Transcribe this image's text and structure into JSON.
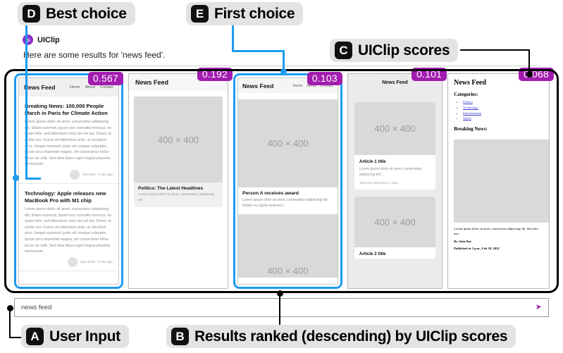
{
  "annotations": [
    {
      "key": "D",
      "label": "Best choice"
    },
    {
      "key": "E",
      "label": "First choice"
    },
    {
      "key": "C",
      "label": "UIClip scores"
    },
    {
      "key": "A",
      "label": "User Input"
    },
    {
      "key": "B",
      "label": "Results ranked (descending) by UIClip scores"
    }
  ],
  "colors": {
    "badge": "#a21caf",
    "highlight": "#1d9bf0",
    "brand": "#8b2fc9",
    "frame": "#000000"
  },
  "app": {
    "brand_name": "UIClip",
    "brand_icon": "paperclip-icon",
    "response_text": "Here are some results for 'news feed'."
  },
  "input": {
    "value": "news feed",
    "placeholder": "news feed",
    "send_icon": "send-arrow-icon"
  },
  "results": [
    {
      "score": "0.567",
      "selected": true,
      "nav": {
        "title": "News Feed",
        "links": [
          "Home",
          "About",
          "Contact"
        ]
      },
      "articles": [
        {
          "title": "Breaking News: 100,000 People March in Paris for Climate Action",
          "body": "Lorem ipsum dolor sit amet, consectetur adipiscing elit. Etiam euismod, ipsum non convallis rhoncus, mi quam felis, sed bibendum urna nisi vel dui. Donec at mollis orci. Fusce vel bibendum ante, ac tincidunt arcu. Integer euismod, justo vel congue vulputate, ipsum arcu imperdiet magna, vel consectetur tellus lacus vel velit. Sed vitae libero eget magna pharetra elementum.",
          "byline": "John Doe - 3 mins ago"
        },
        {
          "title": "Technology: Apple releases new MacBook Pro with M1 chip",
          "body": "Lorem ipsum dolor sit amet, consectetur adipiscing elit. Etiam euismod, ipsum non convallis rhoncus, mi quam felis, sed bibendum urna nisi vel dui. Donec at mollis orci. Fusce vel bibendum ante, ac tincidunt arcu. Integer euismod, justo vel congue vulputate, ipsum arcu imperdiet magna, vel consectetur tellus lacus vel velit. Sed vitae libero eget magna pharetra elementum.",
          "byline": "Jane Smith - 5 mins ago"
        }
      ]
    },
    {
      "score": "0.192",
      "selected": false,
      "header_title": "News Feed",
      "image_placeholder": "400 × 400",
      "card_title": "Politics: The Latest Headlines",
      "card_body": "Lorem ipsum dolor sit amet, consectetur adipiscing elit."
    },
    {
      "score": "0.103",
      "selected": true,
      "nav": {
        "title": "News Feed",
        "links": [
          "Home",
          "About",
          "Contact"
        ]
      },
      "image_placeholder": "400 × 400",
      "card_title": "Person A receives award",
      "card_body": "Lorem ipsum dolor sit amet, consectetur adipiscing elit. Nullam eu ligula euismod,»",
      "image_placeholder_2": "400 × 400"
    },
    {
      "score": "0.101",
      "selected": false,
      "header_title": "News Feed",
      "items": [
        {
          "image_placeholder": "400 × 400",
          "title": "Article 1 title",
          "body": "Lorem ipsum dolor sit amet, consectetur adipiscing elit...",
          "meta": "John Doe   November 1, 2022"
        },
        {
          "image_placeholder": "400 × 400",
          "title": "Article 2 title"
        }
      ]
    },
    {
      "score": "0.068",
      "selected": false,
      "title": "News Feed",
      "categories_label": "Categories:",
      "categories": [
        "Politics",
        "Technology",
        "Entertainment",
        "Sports"
      ],
      "breaking_label": "Breaking News:",
      "image_placeholder": "",
      "body": "Lorem ipsum dolor sit amet, consectetur adipiscing elit. Sed odio nisi.",
      "author": "By John Doe",
      "published": "Published at 3 p.m., Feb 10, 2022"
    }
  ]
}
